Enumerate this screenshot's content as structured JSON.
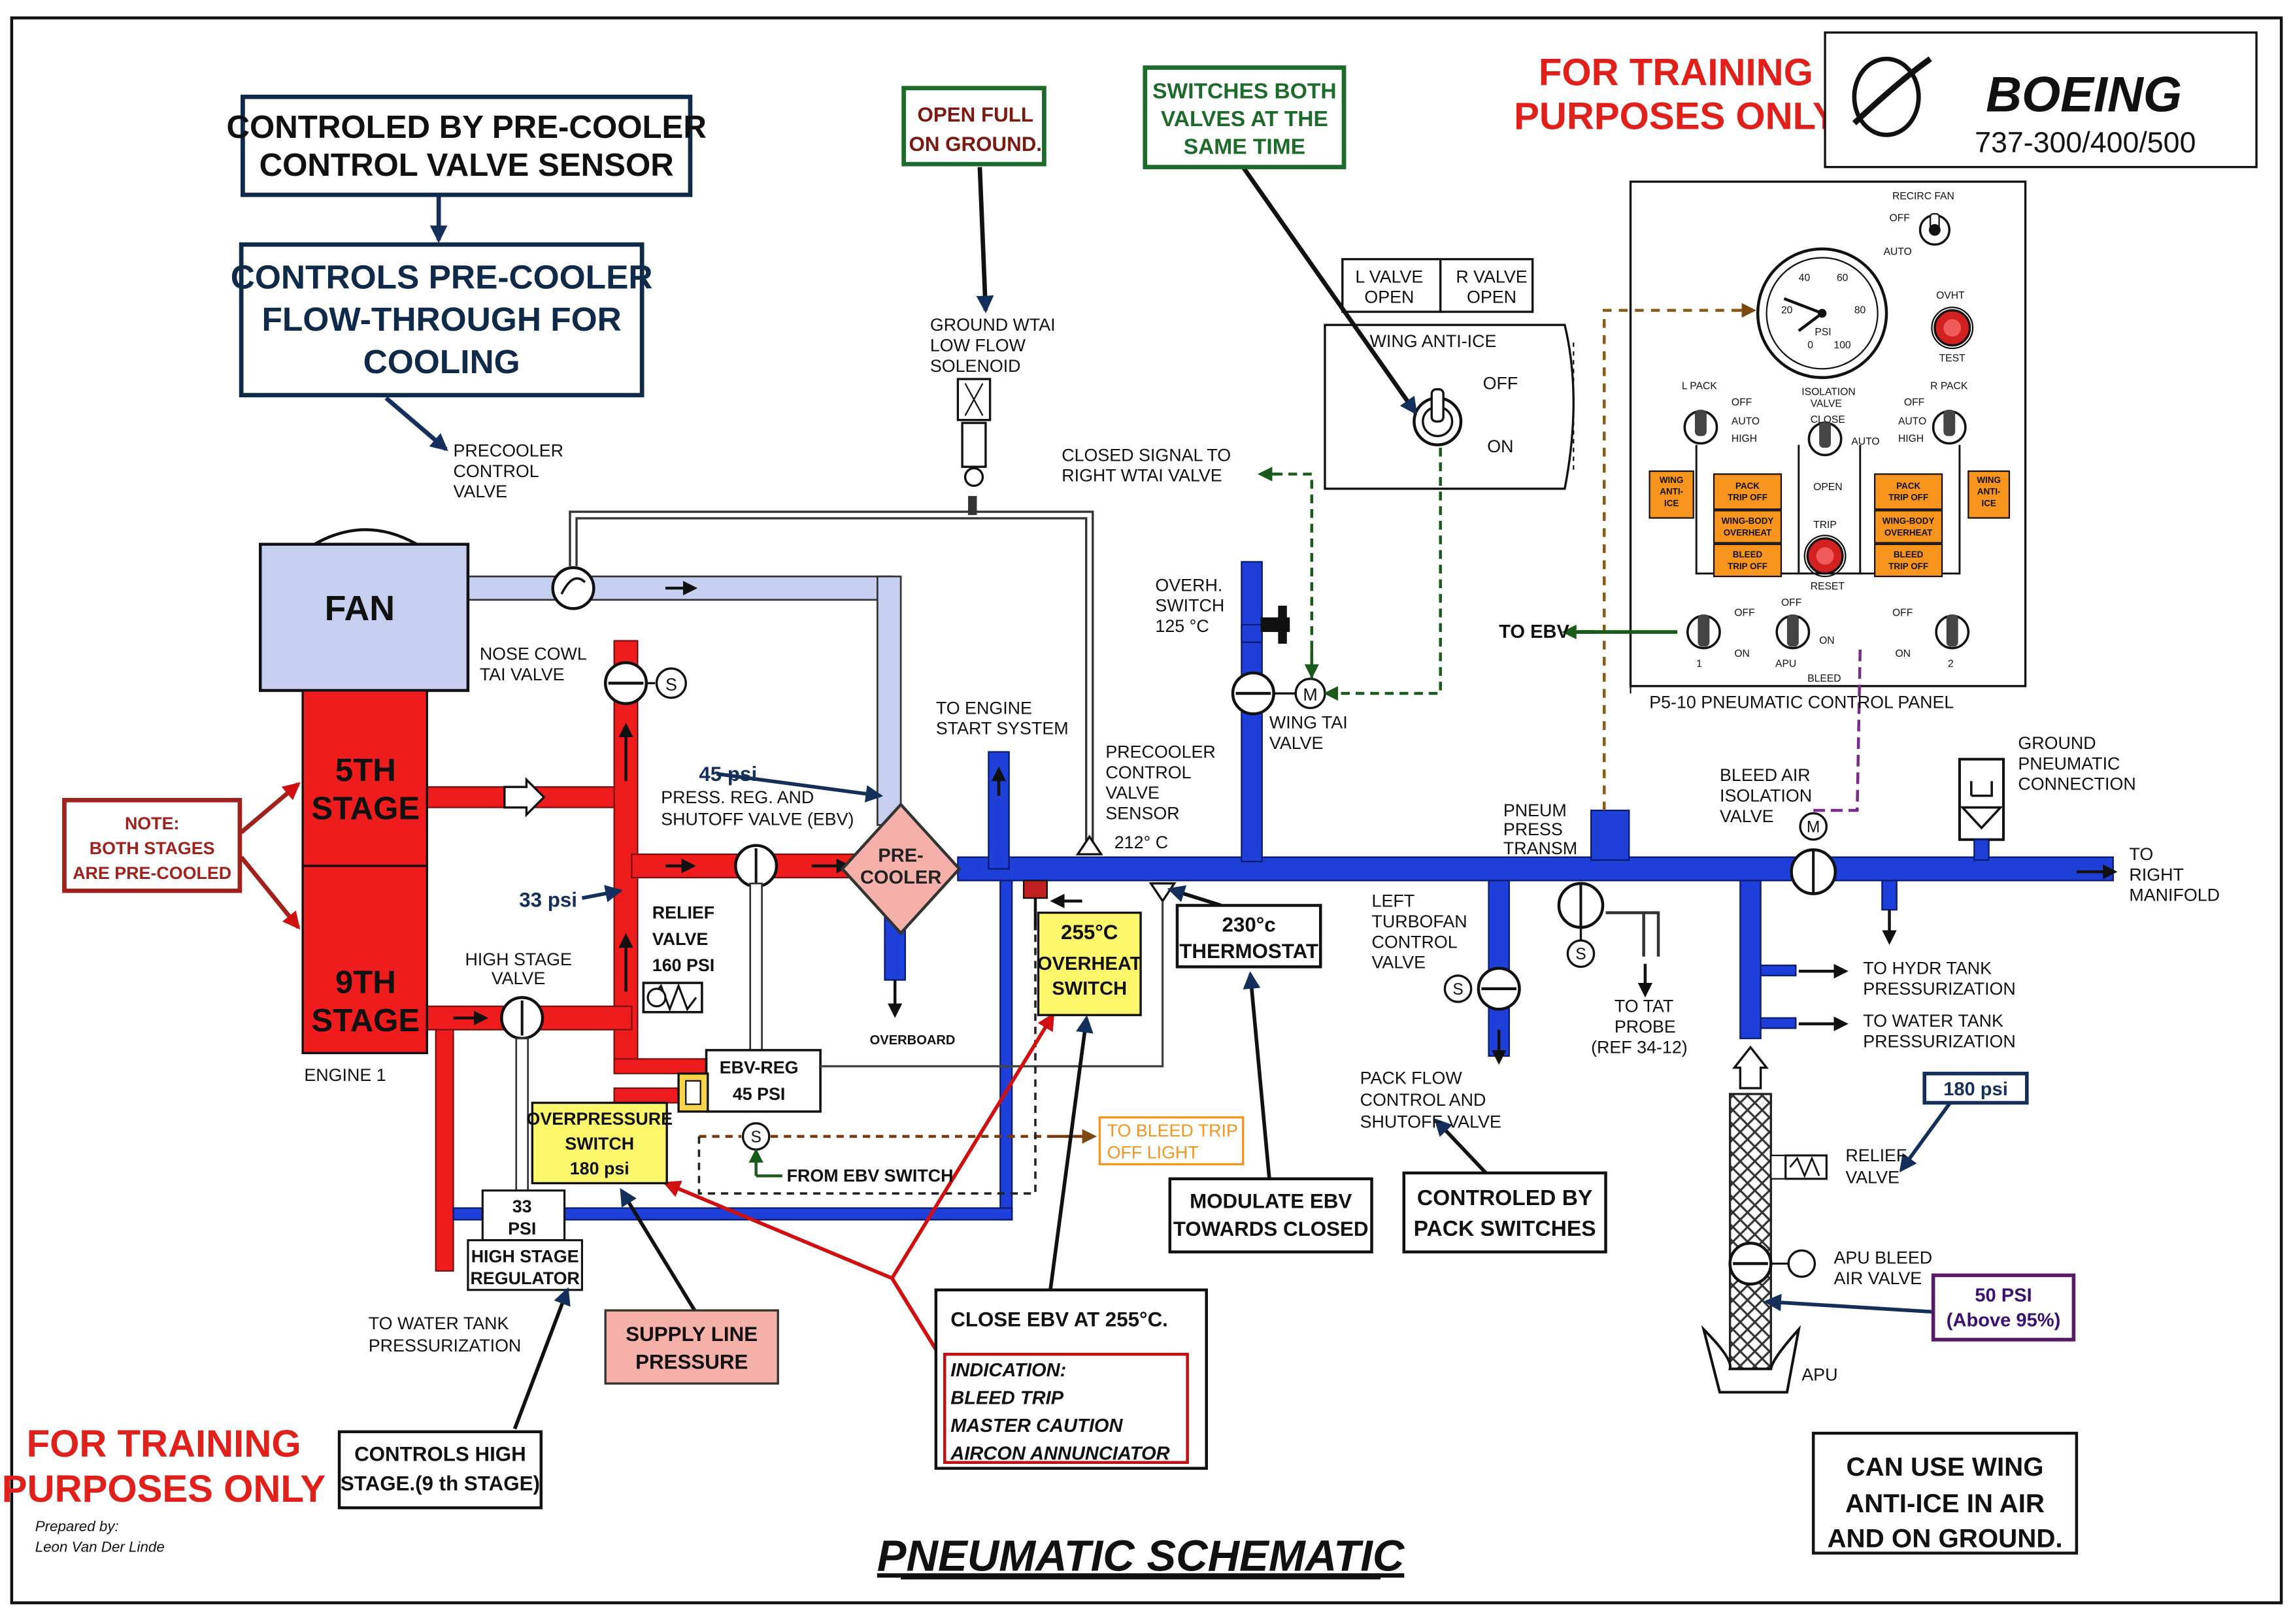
{
  "brand": {
    "logo_text": "BOEING",
    "model": "737-300/400/500",
    "training_top": [
      "FOR TRAINING",
      "PURPOSES ONLY"
    ],
    "training_bottom": [
      "FOR TRAINING",
      "PURPOSES ONLY"
    ],
    "prepared": [
      "Prepared by:",
      "Leon Van Der Linde"
    ]
  },
  "title": "PNEUMATIC SCHEMATIC",
  "boxes": {
    "controlled_by_precooler": [
      "CONTROLED BY PRE-COOLER",
      "CONTROL VALVE SENSOR"
    ],
    "controls_precooler": [
      "CONTROLS PRE-COOLER",
      "FLOW-THROUGH FOR",
      "COOLING"
    ],
    "open_full": [
      "OPEN FULL",
      "ON GROUND."
    ],
    "switches_both": [
      "SWITCHES BOTH",
      "VALVES AT THE",
      "SAME TIME"
    ],
    "note": [
      "NOTE:",
      "BOTH STAGES",
      "ARE PRE-COOLED"
    ],
    "overpressure_switch": [
      "OVERPRESSURE",
      "SWITCH",
      "180 psi"
    ],
    "overheat_switch": [
      "255°C",
      "OVERHEAT",
      "SWITCH"
    ],
    "thermostat": [
      "230°c",
      "THERMOSTAT"
    ],
    "modulate_ebv": [
      "MODULATE EBV",
      "TOWARDS CLOSED"
    ],
    "controlled_by_pack": [
      "CONTROLED BY",
      "PACK SWITCHES"
    ],
    "supply_line": [
      "SUPPLY LINE",
      "PRESSURE"
    ],
    "close_ebv": "CLOSE EBV AT 255°C.",
    "indication": [
      "INDICATION:",
      "BLEED TRIP",
      "MASTER CAUTION",
      "AIRCON ANNUNCIATOR"
    ],
    "controls_high_stage": [
      "CONTROLS HIGH",
      "STAGE.(9 th STAGE)"
    ],
    "can_use_wing": [
      "CAN USE WING",
      "ANTI-ICE IN AIR",
      "AND ON GROUND."
    ],
    "psi_180": "180 psi",
    "psi_50": [
      "50 PSI",
      "(Above 95%)"
    ],
    "ebv_reg": [
      "EBV-REG",
      "45 PSI"
    ],
    "high_stage_reg": [
      "33",
      "PSI",
      "HIGH STAGE",
      "REGULATOR"
    ],
    "to_bleed_trip": [
      "TO BLEED TRIP",
      "OFF LIGHT"
    ]
  },
  "engine": {
    "fan": "FAN",
    "stage5": [
      "5TH",
      "STAGE"
    ],
    "stage9": [
      "9TH",
      "STAGE"
    ],
    "engine_label": "ENGINE 1",
    "precooler": [
      "PRE-",
      "COOLER"
    ]
  },
  "labels": {
    "precooler_control_valve": [
      "PRECOOLER",
      "CONTROL",
      "VALVE"
    ],
    "nose_cowl": [
      "NOSE COWL",
      "TAI VALVE"
    ],
    "psi_45": "45 psi",
    "prsov": [
      "PRESS. REG. AND",
      "SHUTOFF VALVE (EBV)"
    ],
    "psi_33": "33 psi",
    "relief_valve": [
      "RELIEF",
      "VALVE",
      "160 PSI"
    ],
    "high_stage_valve": [
      "HIGH STAGE",
      "VALVE"
    ],
    "overboard": "OVERBOARD",
    "to_water_tank_left": [
      "TO WATER TANK",
      "PRESSURIZATION"
    ],
    "from_ebv_switch": "FROM EBV SWITCH",
    "ground_wtai": [
      "GROUND WTAI",
      "LOW FLOW",
      "SOLENOID"
    ],
    "closed_signal": [
      "CLOSED SIGNAL TO",
      "RIGHT WTAI VALVE"
    ],
    "to_engine_start": [
      "TO ENGINE",
      "START SYSTEM"
    ],
    "precooler_sensor": [
      "PRECOOLER",
      "CONTROL",
      "VALVE",
      "SENSOR",
      "212° C"
    ],
    "overh_switch": [
      "OVERH.",
      "SWITCH",
      "125 °C"
    ],
    "wing_tai_valve": [
      "WING TAI",
      "VALVE"
    ],
    "wing_anti_ice": "WING ANTI-ICE",
    "l_valve": [
      "L VALVE",
      "OPEN"
    ],
    "r_valve": [
      "R VALVE",
      "OPEN"
    ],
    "off": "OFF",
    "on": "ON",
    "pneum_press": [
      "PNEUM",
      "PRESS",
      "TRANSM"
    ],
    "left_turbofan": [
      "LEFT",
      "TURBOFAN",
      "CONTROL",
      "VALVE"
    ],
    "to_tat": [
      "TO TAT",
      "PROBE",
      "(REF 34-12)"
    ],
    "pack_flow": [
      "PACK FLOW",
      "CONTROL AND",
      "SHUTOFF VALVE"
    ],
    "bleed_isolation": [
      "BLEED AIR",
      "ISOLATION",
      "VALVE"
    ],
    "ground_pneumatic": [
      "GROUND",
      "PNEUMATIC",
      "CONNECTION"
    ],
    "to_right_manifold": [
      "TO",
      "RIGHT",
      "MANIFOLD"
    ],
    "to_hydr_tank": [
      "TO HYDR TANK",
      "PRESSURIZATION"
    ],
    "to_water_tank_right": [
      "TO WATER TANK",
      "PRESSURIZATION"
    ],
    "relief_valve_right": [
      "RELIEF",
      "VALVE"
    ],
    "apu_bleed": [
      "APU BLEED",
      "AIR VALVE"
    ],
    "apu": "APU",
    "to_ebv": "TO EBV",
    "s": "S",
    "m": "M"
  },
  "panel": {
    "caption": "P5-10 PNEUMATIC CONTROL PANEL",
    "recirc_fan": "RECIRC FAN",
    "off": "OFF",
    "auto": "AUTO",
    "ovht": "OVHT",
    "test": "TEST",
    "l_pack": "L PACK",
    "r_pack": "R PACK",
    "isolation": [
      "ISOLATION",
      "VALVE",
      "CLOSE"
    ],
    "open": "OPEN",
    "high": "HIGH",
    "trip": "TRIP",
    "reset": "RESET",
    "psi": "PSI",
    "gauge_ticks": [
      "0",
      "20",
      "40",
      "60",
      "80",
      "100"
    ],
    "wing_anti_ice": [
      "WING",
      "ANTI-",
      "ICE"
    ],
    "pack_trip_off": [
      "PACK",
      "TRIP OFF"
    ],
    "wing_body_overheat": [
      "WING-BODY",
      "OVERHEAT"
    ],
    "bleed_trip_off": [
      "BLEED",
      "TRIP OFF"
    ],
    "on": "ON",
    "apu": "APU",
    "bleed": "BLEED",
    "one": "1",
    "two": "2"
  },
  "colors": {
    "hot_bleed": "#ee1c1c",
    "manifold": "#1e3fd8",
    "fan_air": "#c6cff0",
    "yellow_box": "#fbf66a",
    "pink_box": "#f6b0aa",
    "orange": "#f7941d",
    "training_red": "#e0201b",
    "green_border": "#1d6b2a",
    "navy_border": "#102a4a",
    "note_border": "#a0221c"
  }
}
